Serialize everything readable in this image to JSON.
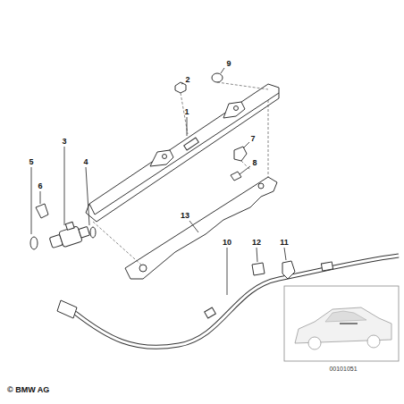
{
  "diagram": {
    "labels": [
      "2",
      "9",
      "1",
      "3",
      "7",
      "5",
      "4",
      "6",
      "8",
      "13",
      "10",
      "12",
      "11",
      "© BMW AG",
      "00101051"
    ]
  }
}
